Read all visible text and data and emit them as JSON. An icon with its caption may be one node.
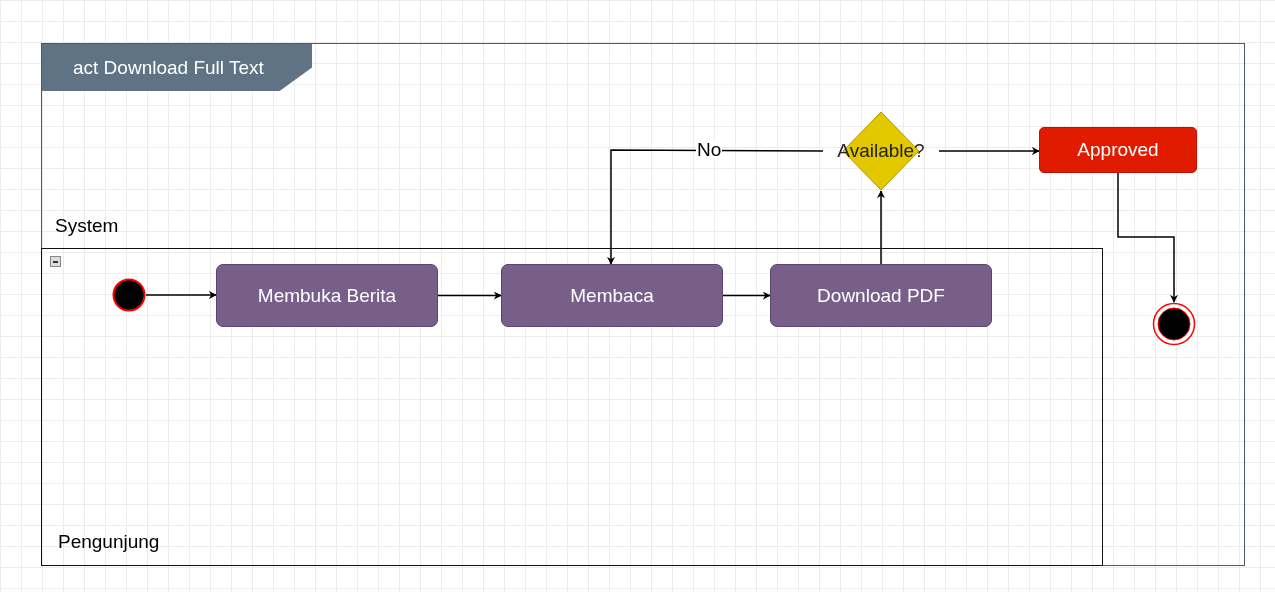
{
  "diagram": {
    "nodes": [
      {
        "text": [
          "act Download Full Text",
          "System"
        ]
      },
      {
        "text": [
          "Pengunjung"
        ],
        "in": 0
      },
      {
        "text": [],
        "shape": "circle",
        "in": 1
      },
      {
        "text": [
          "Membuka Berita"
        ],
        "in": 1
      },
      {
        "text": [
          "Membaca"
        ],
        "in": 1
      },
      {
        "text": [
          "Download PDF"
        ],
        "in": 1
      },
      {
        "text": [
          "Available?"
        ],
        "in": 0
      },
      {
        "text": [
          "Approved"
        ],
        "in": 0
      },
      {
        "text": [],
        "shape": "circle",
        "in": 0
      }
    ],
    "edges": [
      {
        "from": 2,
        "to": 3,
        "arrow": "to"
      },
      {
        "from": 3,
        "to": 4,
        "arrow": "to"
      },
      {
        "from": 4,
        "to": 5,
        "arrow": "to"
      },
      {
        "from": 5,
        "to": 6,
        "arrow": "to"
      },
      {
        "from": 6,
        "to": 4,
        "arrow": "to",
        "label": "No"
      },
      {
        "from": 6,
        "to": 7,
        "arrow": "to"
      },
      {
        "from": 7,
        "to": 8,
        "arrow": "to"
      }
    ]
  }
}
